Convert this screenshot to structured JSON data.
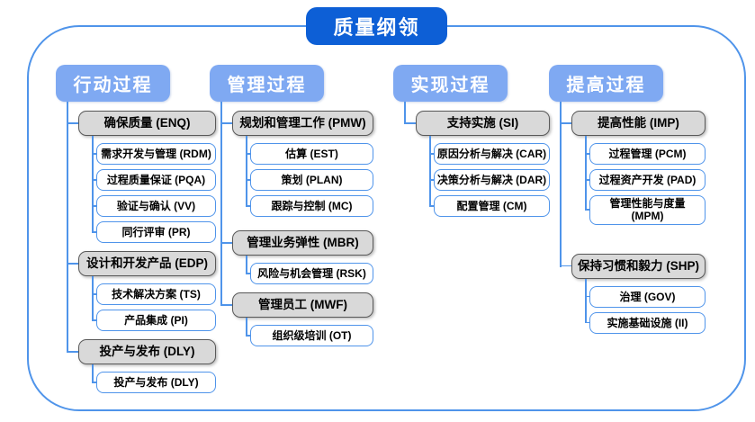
{
  "title": "质量纲领",
  "colors": {
    "title_bg": "#0d5fd6",
    "header_bg": "#7fa9f2",
    "line": "#4f94ea",
    "frame": "#4f94ea",
    "gray_fill": "#d9d9d9",
    "gray_border": "#595959",
    "white_border": "#4f94ea"
  },
  "columns": [
    {
      "header": "行动过程",
      "groups": [
        {
          "label": "确保质量 (ENQ)",
          "children": [
            "需求开发与管理 (RDM)",
            "过程质量保证 (PQA)",
            "验证与确认 (VV)",
            "同行评审 (PR)"
          ]
        },
        {
          "label": "设计和开发产品 (EDP)",
          "children": [
            "技术解决方案 (TS)",
            "产品集成 (PI)"
          ]
        },
        {
          "label": "投产与发布 (DLY)",
          "children": [
            "投产与发布 (DLY)"
          ]
        }
      ]
    },
    {
      "header": "管理过程",
      "groups": [
        {
          "label": "规划和管理工作 (PMW)",
          "children": [
            "估算 (EST)",
            "策划 (PLAN)",
            "跟踪与控制 (MC)"
          ]
        },
        {
          "label": "管理业务弹性 (MBR)",
          "children": [
            "风险与机会管理 (RSK)"
          ]
        },
        {
          "label": "管理员工 (MWF)",
          "children": [
            "组织级培训 (OT)"
          ]
        }
      ]
    },
    {
      "header": "实现过程",
      "groups": [
        {
          "label": "支持实施 (SI)",
          "children": [
            "原因分析与解决 (CAR)",
            "决策分析与解决 (DAR)",
            "配置管理 (CM)"
          ]
        }
      ]
    },
    {
      "header": "提高过程",
      "groups": [
        {
          "label": "提高性能 (IMP)",
          "children": [
            "过程管理 (PCM)",
            "过程资产开发 (PAD)",
            "管理性能与度量 (MPM)"
          ]
        },
        {
          "label": "保持习惯和毅力 (SHP)",
          "children": [
            "治理 (GOV)",
            "实施基础设施 (II)"
          ]
        }
      ]
    }
  ]
}
